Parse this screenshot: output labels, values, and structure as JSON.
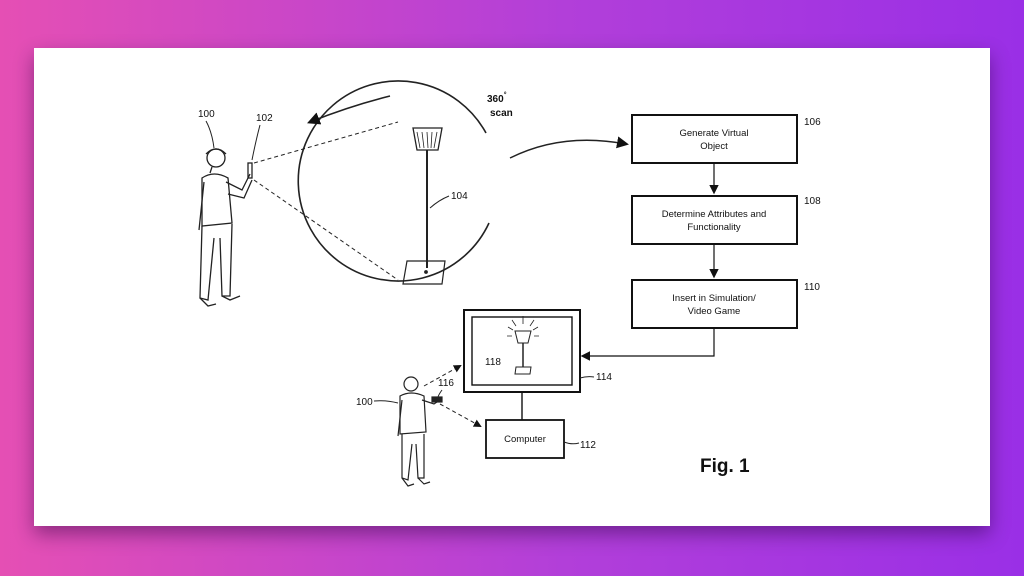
{
  "refs": {
    "user_top": "100",
    "device_top": "102",
    "lamp": "104",
    "user_bottom": "100",
    "controller": "116",
    "lamp_on_screen": "118",
    "display": "114",
    "computer": "112"
  },
  "scan_label": {
    "line1": "360",
    "degree": "°",
    "line2": "scan"
  },
  "flow": [
    {
      "ref": "106",
      "line1": "Generate Virtual",
      "line2": "Object"
    },
    {
      "ref": "108",
      "line1": "Determine Attributes and",
      "line2": "Functionality"
    },
    {
      "ref": "110",
      "line1": "Insert in Simulation/",
      "line2": "Video Game"
    }
  ],
  "computer_label": "Computer",
  "figure_label": "Fig. 1"
}
